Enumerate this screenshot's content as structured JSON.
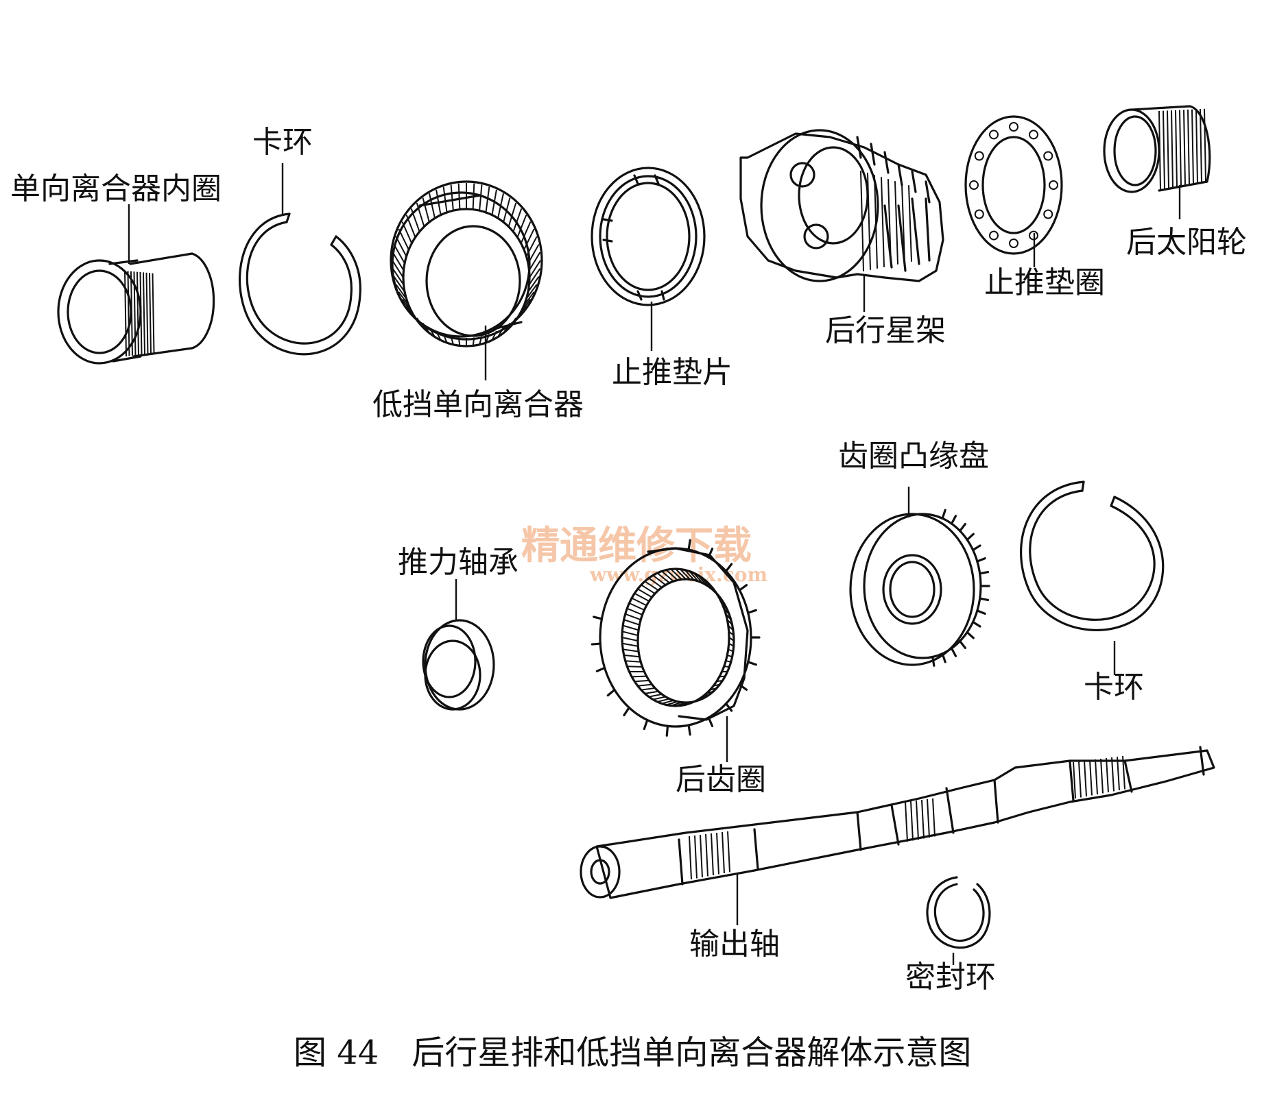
{
  "labels": {
    "inner_race": "单向离合器内圈",
    "snap_ring_1": "卡环",
    "one_way_clutch": "低挡单向离合器",
    "thrust_washer": "止推垫片",
    "rear_carrier": "后行星架",
    "thrust_ring": "止推垫圈",
    "rear_sun_gear": "后太阳轮",
    "ring_gear_flange": "齿圈凸缘盘",
    "thrust_bearing": "推力轴承",
    "rear_ring_gear": "后齿圈",
    "snap_ring_2": "卡环",
    "output_shaft": "输出轴",
    "seal_ring": "密封环"
  },
  "caption": "图 44　后行星排和低挡单向离合器解体示意图",
  "watermark": {
    "title": "精通维修下载",
    "url": "www.gzweix.com"
  }
}
